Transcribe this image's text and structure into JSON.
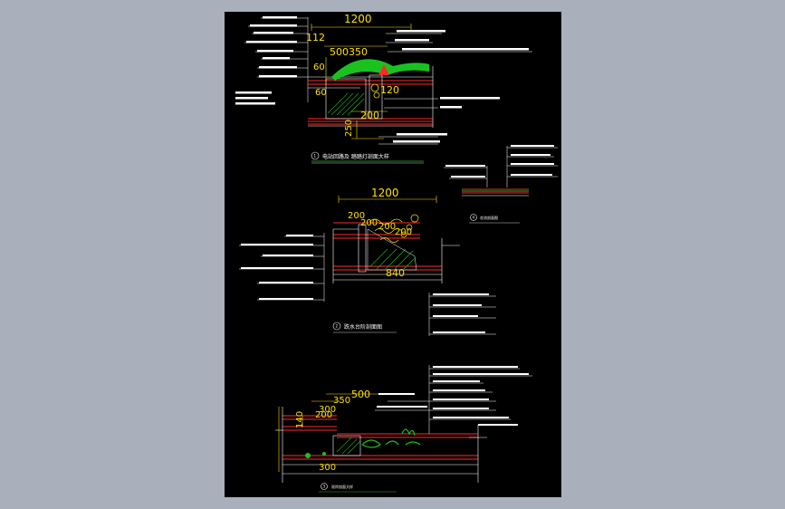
{
  "colors": {
    "background": "#a9b0bb",
    "sheet": "#000000",
    "dimension": "#ffe000",
    "layer": "#ff2a2a",
    "green": "#19c21f",
    "leader": "#ffffff"
  },
  "detail1": {
    "dim_top": "1200",
    "dim_a": "112",
    "dim_b": "500350",
    "dim_c": "60",
    "dim_d": "120",
    "dim_e": "200",
    "dim_f": "250",
    "dim_g": "60",
    "title": "电站回路及 踏踏灯剖面大样",
    "number": "1"
  },
  "detail2": {
    "dim_top": "1200",
    "dim_a": "200",
    "dim_b": "200",
    "dim_c": "200",
    "dim_d": "200",
    "dim_e": "840",
    "title": "跌水台阶剖面图",
    "number": "2"
  },
  "detail3": {
    "dim_a": "500",
    "dim_b": "350",
    "dim_c": "300",
    "dim_d": "140",
    "dim_e": "200",
    "dim_f": "300",
    "title": "驳岸剖面大样",
    "number": "3"
  },
  "detail4": {
    "title": "花池剖面图",
    "number": "4"
  }
}
